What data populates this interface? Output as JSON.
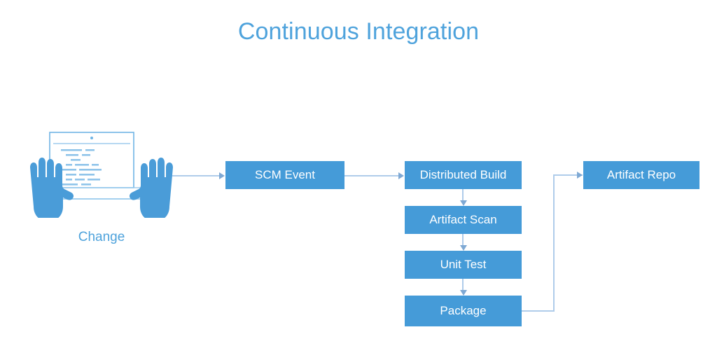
{
  "diagram": {
    "title": "Continuous Integration",
    "title_color": "#4FA3DC",
    "box_color": "#459BD8",
    "box_text_color": "#FFFFFF",
    "connector_color": "#AFCCEA",
    "arrowhead_color": "#7FA9D4",
    "background": "#FFFFFF"
  },
  "source": {
    "icon": "hands-typing-on-laptop-icon",
    "label": "Change",
    "label_color": "#4FA3DC"
  },
  "nodes": [
    {
      "id": "scm-event",
      "label": "SCM Event"
    },
    {
      "id": "distributed-build",
      "label": "Distributed Build"
    },
    {
      "id": "artifact-scan",
      "label": "Artifact Scan"
    },
    {
      "id": "unit-test",
      "label": "Unit Test"
    },
    {
      "id": "package",
      "label": "Package"
    },
    {
      "id": "artifact-repo",
      "label": "Artifact Repo"
    }
  ],
  "edges": [
    {
      "from": "change",
      "to": "scm-event",
      "direction": "right"
    },
    {
      "from": "scm-event",
      "to": "distributed-build",
      "direction": "right"
    },
    {
      "from": "distributed-build",
      "to": "artifact-scan",
      "direction": "down"
    },
    {
      "from": "artifact-scan",
      "to": "unit-test",
      "direction": "down"
    },
    {
      "from": "unit-test",
      "to": "package",
      "direction": "down"
    },
    {
      "from": "package",
      "to": "artifact-repo",
      "direction": "right-up-right"
    }
  ]
}
